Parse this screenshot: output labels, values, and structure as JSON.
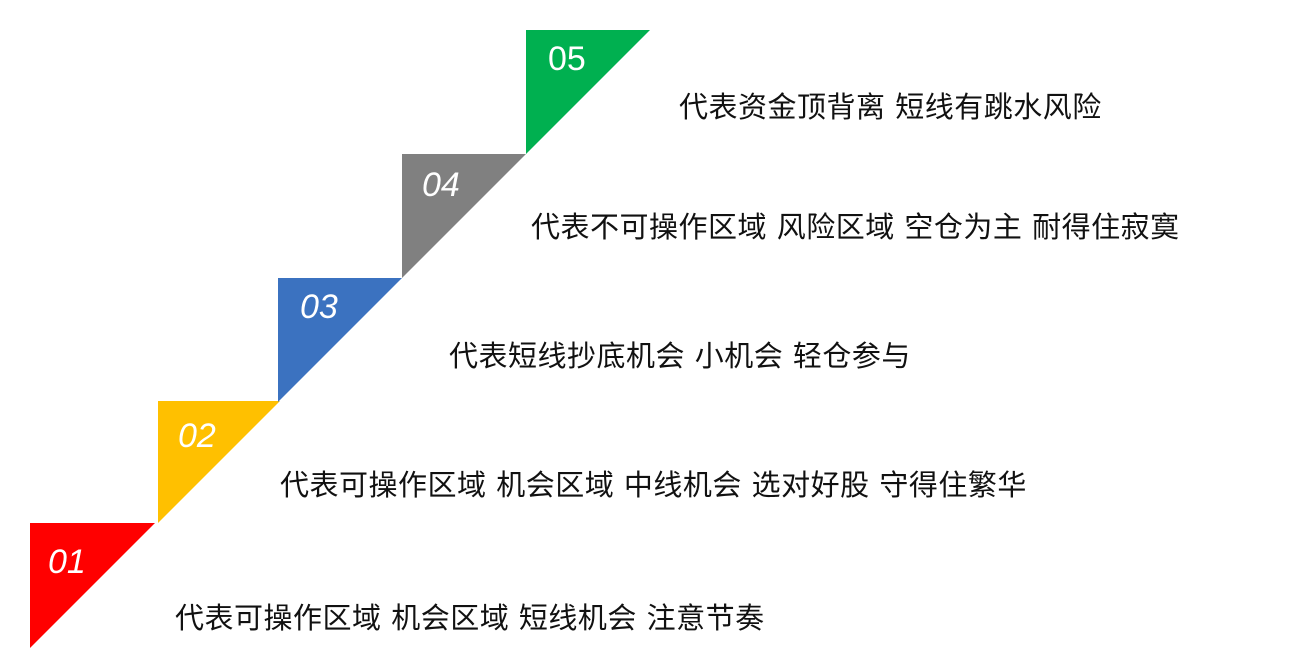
{
  "steps": [
    {
      "number": "01",
      "text": "代表可操作区域 机会区域 短线机会 注意节奏",
      "color": "#ff0000",
      "italic": true
    },
    {
      "number": "02",
      "text": "代表可操作区域 机会区域 中线机会 选对好股 守得住繁华",
      "color": "#ffc000",
      "italic": true
    },
    {
      "number": "03",
      "text": "代表短线抄底机会 小机会 轻仓参与",
      "color": "#3b72c0",
      "italic": true
    },
    {
      "number": "04",
      "text": "代表不可操作区域 风险区域 空仓为主 耐得住寂寞",
      "color": "#808080",
      "italic": true
    },
    {
      "number": "05",
      "text": "代表资金顶背离 短线有跳水风险",
      "color": "#00b050",
      "italic": false
    }
  ]
}
